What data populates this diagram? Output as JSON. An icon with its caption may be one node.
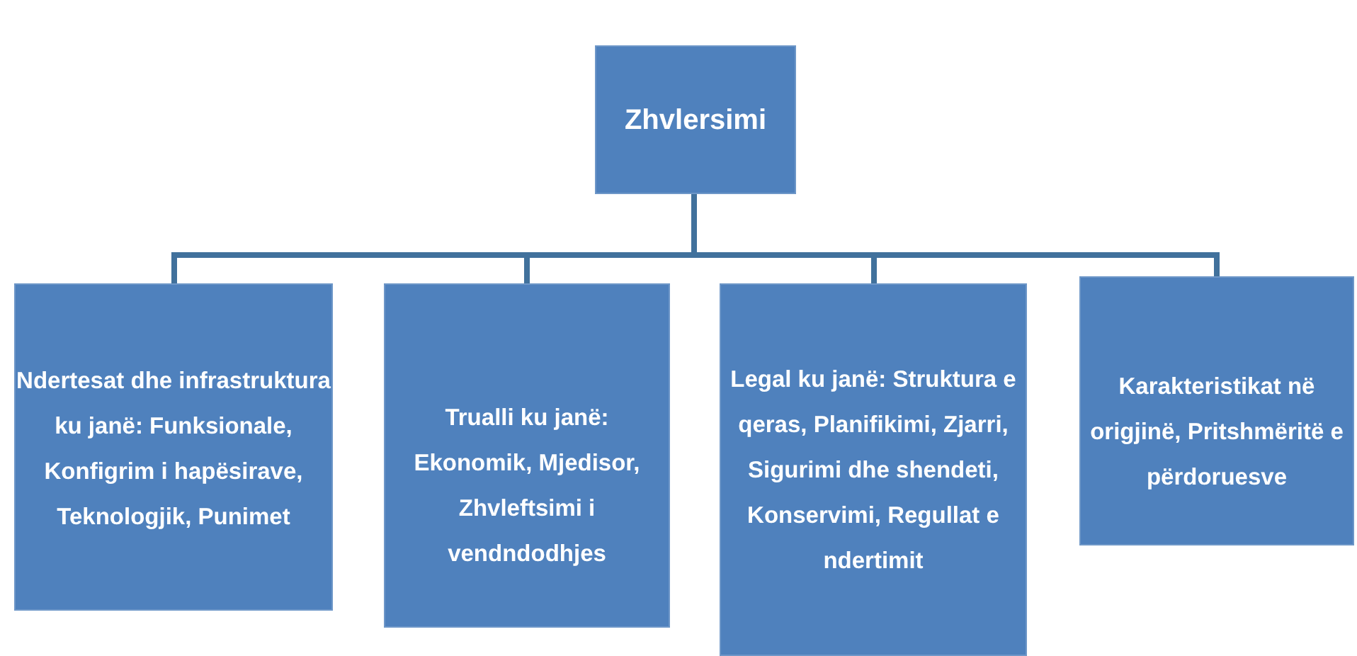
{
  "diagram": {
    "nodes": [
      {
        "text": [
          "Zhvlersimi"
        ]
      },
      {
        "text": [
          "Ndertesat dhe infrastruktura ku janë: Funksionale, Konfigrim i hapësirave, Teknologjik, Punimet"
        ]
      },
      {
        "text": [
          "Trualli ku janë: Ekonomik, Mjedisor, Zhvleftsimi i vendndodhjes"
        ]
      },
      {
        "text": [
          "Legal ku janë: Struktura e qeras, Planifikimi, Zjarri, Sigurimi dhe shendeti, Konservimi, Regullat e ndertimit"
        ]
      },
      {
        "text": [
          "Karakteristikat në origjinë, Pritshmëritë e përdoruesve"
        ]
      }
    ],
    "edges": [
      {
        "from": 0,
        "to": 1,
        "arrow": "none"
      },
      {
        "from": 0,
        "to": 2,
        "arrow": "none"
      },
      {
        "from": 0,
        "to": 3,
        "arrow": "none"
      },
      {
        "from": 0,
        "to": 4,
        "arrow": "none"
      }
    ]
  }
}
